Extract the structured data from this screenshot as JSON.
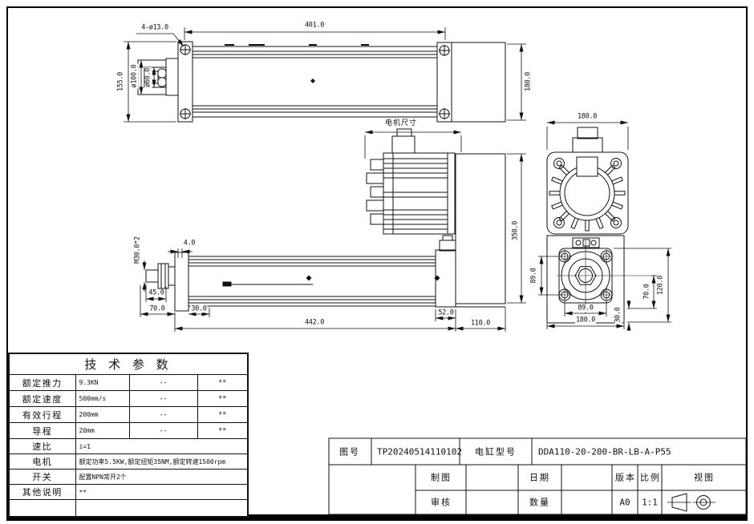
{
  "dims": {
    "v1_holes": "4-ø13.0",
    "v1_length": "401.0",
    "v1_height": "155.0",
    "v1_flange_dia": "ø100.0",
    "v1_rod_dia": "ø60.0",
    "v1_motor_h": "180.0",
    "v2_motor_label": "电机尺寸",
    "v2_total_h": "350.0",
    "v3_thread": "M30.0*2",
    "v3_plate": "4.0",
    "v3_rod_len": "45.0",
    "v3_front": "70.0",
    "v3_offset": "30.0",
    "v3_length": "442.0",
    "v3_mount": "52.0",
    "v3_housing": "110.0",
    "v4_width": "180.0",
    "v5_holes_v": "89.0",
    "v5_holes_h": "89.0",
    "v5_width": "180.0",
    "v5_center_h": "70.0",
    "v5_height": "120.0",
    "v5_bottom": "30.0"
  },
  "params": {
    "title": "技 术 参 数",
    "rows": [
      {
        "c1": "额定推力",
        "c2": "9.3KN",
        "c3": "--",
        "c4": "**"
      },
      {
        "c1": "额定速度",
        "c2": "500mm/s",
        "c3": "--",
        "c4": "**"
      },
      {
        "c1": "有效行程",
        "c2": "200mm",
        "c3": "--",
        "c4": "**"
      },
      {
        "c1": "导程",
        "c2": "20mm",
        "c3": "--",
        "c4": "**"
      },
      {
        "c1": "速比",
        "c2": "i=1"
      },
      {
        "c1": "电机",
        "c2": "额定功率5.5KW,额定扭矩35NM,额定转速1500rpm"
      },
      {
        "c1": "开关",
        "c2": "配置NPN常开2个"
      },
      {
        "c1": "其他说明",
        "c2": "**"
      }
    ]
  },
  "titleblock": {
    "no_label": "图号",
    "no": "TP20240514110102",
    "model_label": "电缸型号",
    "model": "DDA110-20-200-BR-LB-A-P55",
    "draft_label": "制图",
    "date_label": "日期",
    "ver_label": "版本",
    "scale_label": "比例",
    "view_label": "视图",
    "check_label": "审核",
    "qty_label": "数量",
    "version": "A0",
    "scale": "1:1"
  }
}
